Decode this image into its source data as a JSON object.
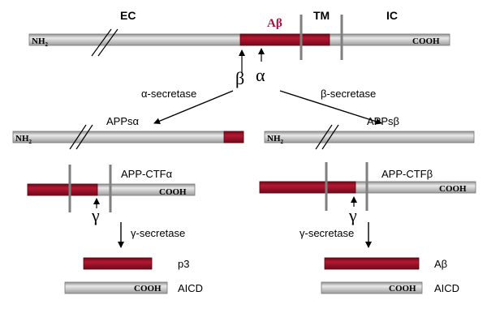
{
  "regions": {
    "ec": "EC",
    "ab": "Aβ",
    "tm": "TM",
    "ic": "IC"
  },
  "termini": {
    "n": "NH",
    "n_sub": "2",
    "c": "COOH"
  },
  "sites": {
    "beta": "β",
    "alpha": "α",
    "gamma": "γ"
  },
  "enzymes": {
    "alpha": "α-secretase",
    "beta": "β-secretase",
    "gamma": "γ-secretase"
  },
  "products": {
    "apps_alpha": "APPsα",
    "apps_beta": "APPsβ",
    "ctf_alpha": "APP-CTFα",
    "ctf_beta": "APP-CTFβ",
    "p3": "p3",
    "abeta": "Aβ",
    "aicd": "AICD"
  },
  "colors": {
    "gray_fill": "#bdbdbd",
    "gray_light": "#e6e6e6",
    "red_fill": "#a3122a",
    "red_dark": "#6e0a1a",
    "tm_line": "#7f7f7f",
    "accent_text": "#b0103a"
  }
}
